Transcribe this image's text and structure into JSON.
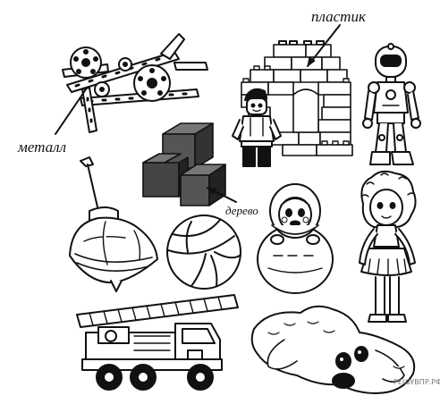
{
  "labels": {
    "plastic": "пластик",
    "metal": "металл",
    "wood": "дерево"
  },
  "watermark": "РЕШУВПР.РФ",
  "colors": {
    "ink": "#111111",
    "wood_block": "#444444",
    "paper": "#ffffff"
  }
}
